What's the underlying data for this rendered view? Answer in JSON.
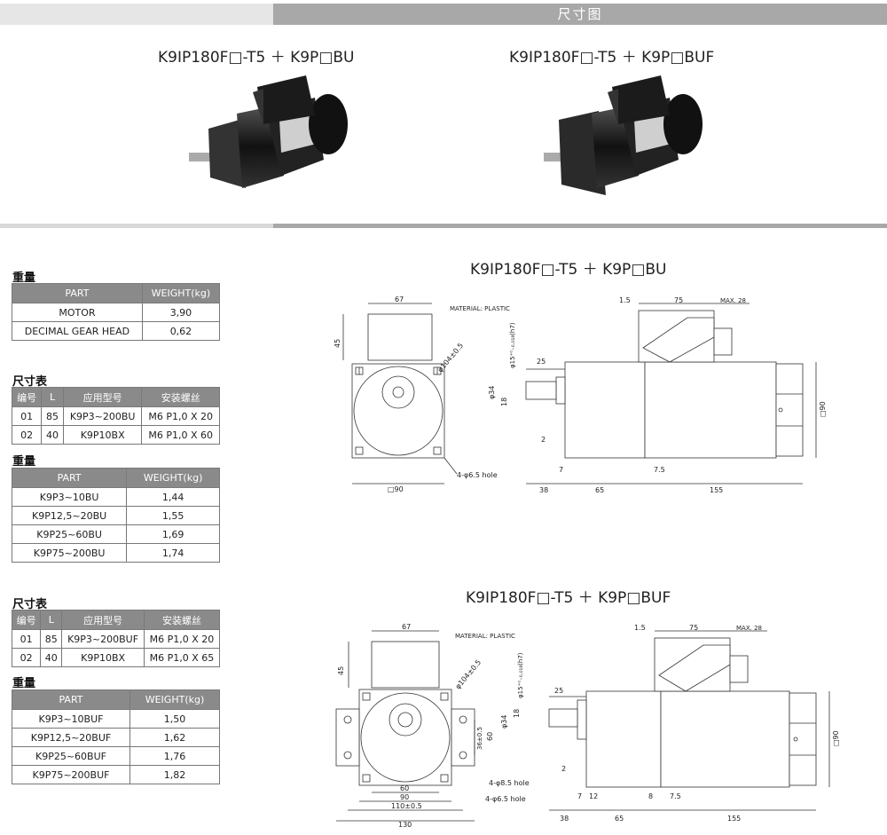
{
  "header": {
    "title": "尺寸图"
  },
  "products": [
    {
      "title": "K9IP180F□-T5 ＋ K9P□BU"
    },
    {
      "title": "K9IP180F□-T5 ＋ K9P□BUF"
    }
  ],
  "weight1": {
    "title": "重量",
    "headers": [
      "PART",
      "WEIGHT(kg)"
    ],
    "rows": [
      [
        "MOTOR",
        "3,90"
      ],
      [
        "DECIMAL GEAR HEAD",
        "0,62"
      ]
    ]
  },
  "dims1": {
    "title": "尺寸表",
    "headers": [
      "编号",
      "L",
      "应用型号",
      "安装螺丝"
    ],
    "rows": [
      [
        "01",
        "85",
        "K9P3~200BU",
        "M6 P1,0 X 20"
      ],
      [
        "02",
        "40",
        "K9P10BX",
        "M6 P1,0 X 60"
      ]
    ]
  },
  "weight2": {
    "title": "重量",
    "headers": [
      "PART",
      "WEIGHT(kg)"
    ],
    "rows": [
      [
        "K9P3~10BU",
        "1,44"
      ],
      [
        "K9P12,5~20BU",
        "1,55"
      ],
      [
        "K9P25~60BU",
        "1,69"
      ],
      [
        "K9P75~200BU",
        "1,74"
      ]
    ]
  },
  "dims2": {
    "title": "尺寸表",
    "headers": [
      "编号",
      "L",
      "应用型号",
      "安装螺丝"
    ],
    "rows": [
      [
        "01",
        "85",
        "K9P3~200BUF",
        "M6 P1,0 X 20"
      ],
      [
        "02",
        "40",
        "K9P10BX",
        "M6 P1,0 X 65"
      ]
    ]
  },
  "weight3": {
    "title": "重量",
    "headers": [
      "PART",
      "WEIGHT(kg)"
    ],
    "rows": [
      [
        "K9P3~10BUF",
        "1,50"
      ],
      [
        "K9P12,5~20BUF",
        "1,62"
      ],
      [
        "K9P25~60BUF",
        "1,76"
      ],
      [
        "K9P75~200BUF",
        "1,82"
      ]
    ]
  },
  "drawing1": {
    "title": "K9IP180F□-T5 ＋ K9P□BU",
    "labels": {
      "d67": "67",
      "material": "MATERIAL: PLASTIC",
      "d45": "45",
      "phi104": "φ104±0.5",
      "sq90": "□90",
      "hole": "4-φ6.5 hole",
      "d15": "1.5",
      "d75": "75",
      "max28": "MAX. 28",
      "phi15": "φ15⁺⁰₋₀.₀₁₈(h7)",
      "d25": "25",
      "phi34": "φ34",
      "d18": "18",
      "d2": "2",
      "d7": "7",
      "d75b": "7.5",
      "d38": "38",
      "d65": "65",
      "d155": "155",
      "sq90v": "□90"
    }
  },
  "drawing2": {
    "title": "K9IP180F□-T5 ＋ K9P□BUF",
    "labels": {
      "d67": "67",
      "material": "MATERIAL: PLASTIC",
      "d45": "45",
      "phi104": "φ104±0.5",
      "d36": "36±0.5",
      "d60v": "60",
      "hole85": "4-φ8.5 hole",
      "hole65": "4-φ6.5 hole",
      "d60": "60",
      "d90": "90",
      "d110": "110±0.5",
      "d130": "130",
      "d15": "1.5",
      "d75": "75",
      "max28": "MAX. 28",
      "phi15": "φ15⁺⁰₋₀.₀₁₈(h7)",
      "d25": "25",
      "phi34": "φ34",
      "d18": "18",
      "d2": "2",
      "d7": "7",
      "d12": "12",
      "d8": "8",
      "d75b": "7.5",
      "d38": "38",
      "d65": "65",
      "d155": "155",
      "sq90v": "□90"
    }
  }
}
